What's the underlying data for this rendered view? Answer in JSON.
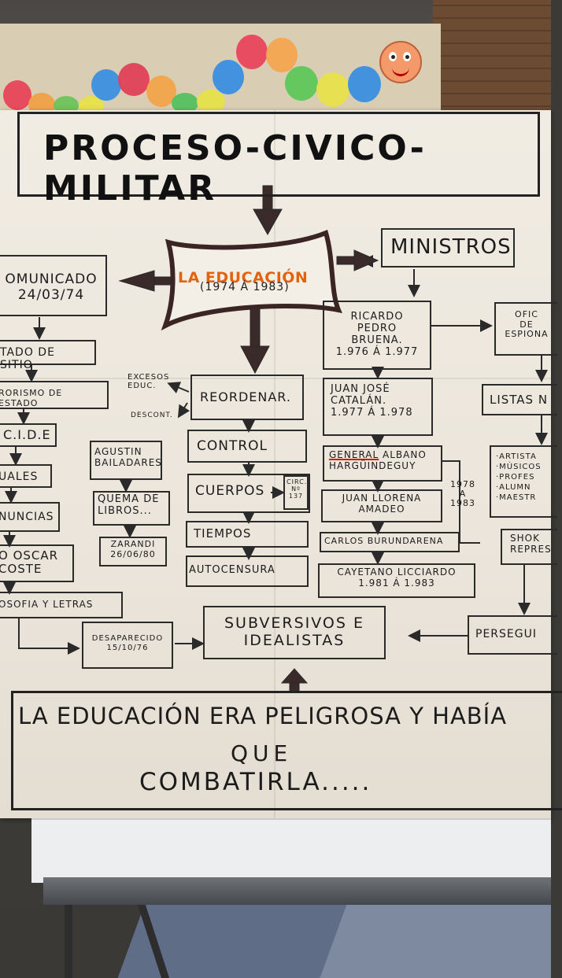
{
  "title": "PROCESO-CIVICO-MILITAR",
  "center": {
    "title": "LA EDUCACIÓN",
    "dates": "(1974 Á 1983)"
  },
  "ministros": {
    "header": "MINISTROS",
    "list": [
      "RICARDO PEDRO\nBRUENA.\n1.976 Á 1.977",
      "JUAN JOSÉ\nCATALÁN.\n1.977 Á 1.978",
      "GENERAL ALBANO\nHARGÜINDEGUY",
      "JUAN LLORENA\nAMADEO",
      "CARLOS BURUNDARENA",
      "CAYETANO LICCIARDO\n1.981 Á 1.983"
    ],
    "general_word": "GENERAL",
    "albano_rest": " ALBANO",
    "bracket_dates": "1978\nA\n1983"
  },
  "left_chain": [
    "OMUNICADO\n24/03/74",
    "TADO DE SITIO",
    "RORISMO DE ESTADO",
    "C.I.D.E",
    "UALES",
    "NUNCIAS",
    "O OSCAR\nCOSTE",
    "OSOFIA Y LETRAS"
  ],
  "agustin": "AGUSTIN\nBAILADARES",
  "quema": "QUEMA DE\nLIBROS...",
  "zarandi": "ZARANDI\n26/06/80",
  "desaparecido": "DESAPARECIDO\n15/10/76",
  "reordenar": {
    "label": "REORDENAR.",
    "excesos": "EXCESOS\nEDUC.",
    "descont": "DESCONT."
  },
  "middle_list": [
    "CONTROL",
    "CUERPOS",
    "TIEMPOS",
    "AUTOCENSURA"
  ],
  "circ": "CIRC.\nNº\n137",
  "subversivos": "SUBVERSIVOS E\nIDEALISTAS",
  "right_col": {
    "oficina": "OFIC\nDE\nESPIONA",
    "listas": "LISTAS N",
    "list_items": "·ARTISTA\n·MÚSICOS\n·PROFES\n·ALUMN\n·MAESTR",
    "shock": "SHOK\nREPRES",
    "persegui": "PERSEGUI"
  },
  "bottom_text": {
    "line1": "LA EDUCACIÓN ERA PELIGROSA  Y HABÍA",
    "line2": "QUE",
    "line3": "COMBATIRLA....."
  },
  "colors": {
    "accent_orange": "#e4620c",
    "ink": "#1c1c1c",
    "paper": "#efe9df",
    "red_underline": "#d11111"
  }
}
